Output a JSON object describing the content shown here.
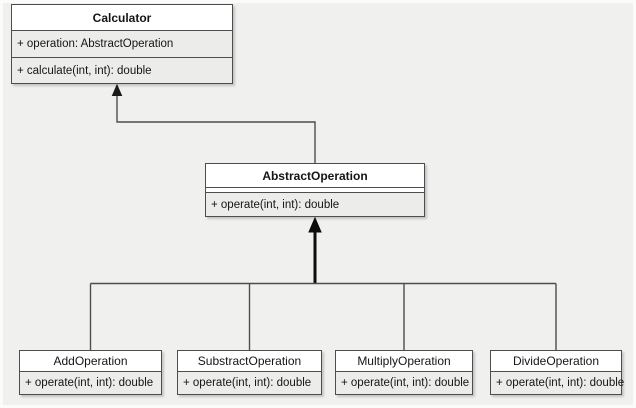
{
  "colors": {
    "canvas_background": "#f0f0ee",
    "class_title_fill": "#ffffff",
    "class_body_fill": "#ececea",
    "class_border": "#4d4d4d",
    "connector": "#4d4d4d",
    "emphasis_arrow": "#000000"
  },
  "diagram": {
    "calculator": {
      "title": "Calculator",
      "attribute": "+ operation: AbstractOperation",
      "method": "+ calculate(int, int): double"
    },
    "abstract_operation": {
      "title": "AbstractOperation",
      "method": "+ operate(int, int): double"
    },
    "subclasses": [
      {
        "title": "AddOperation",
        "method": "+ operate(int, int): double"
      },
      {
        "title": "SubstractOperation",
        "method": "+ operate(int, int): double"
      },
      {
        "title": "MultiplyOperation",
        "method": "+ operate(int, int): double"
      },
      {
        "title": "DivideOperation",
        "method": "+ operate(int, int): double"
      }
    ]
  }
}
